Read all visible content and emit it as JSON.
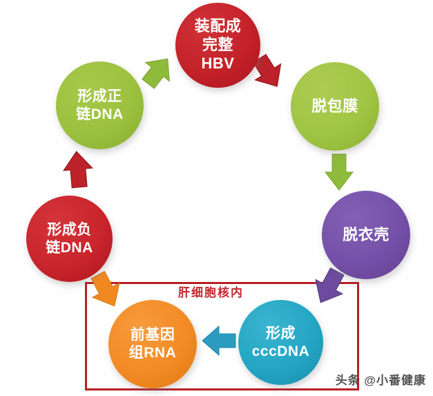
{
  "diagram": {
    "title_hidden": "",
    "nucleus": {
      "label": "肝细胞核内",
      "border_color": "#b81f24",
      "label_color": "#c0272d"
    },
    "nodes": [
      {
        "id": "assemble-hbv",
        "lines": [
          "装配成",
          "完整",
          "HBV"
        ],
        "text": "装配成完整HBV",
        "color": "#c42129",
        "color_name": "red"
      },
      {
        "id": "plus-strand-dna",
        "lines": [
          "形成正",
          "链DNA"
        ],
        "text": "形成正链DNA",
        "color": "#9cc13f",
        "color_name": "green"
      },
      {
        "id": "de-envelope",
        "lines": [
          "脱包膜"
        ],
        "text": "脱包膜",
        "color": "#a0c543",
        "color_name": "green"
      },
      {
        "id": "uncoating",
        "lines": [
          "脱衣壳"
        ],
        "text": "脱衣壳",
        "color": "#7550a8",
        "color_name": "purple"
      },
      {
        "id": "form-cccdna",
        "lines": [
          "形成",
          "cccDNA"
        ],
        "text": "形成cccDNA",
        "color": "#23a6c4",
        "color_name": "blue"
      },
      {
        "id": "pregenomic-rna",
        "lines": [
          "前基因",
          "组RNA"
        ],
        "text": "前基因组RNA",
        "color": "#f38b24",
        "color_name": "orange"
      },
      {
        "id": "minus-strand-dna",
        "lines": [
          "形成负",
          "链DNA"
        ],
        "text": "形成负链DNA",
        "color": "#c9252c",
        "color_name": "red"
      }
    ],
    "arrows": [
      {
        "id": "arrow-plus-to-hbv",
        "from": "plus-strand-dna",
        "to": "assemble-hbv",
        "color": "#8fbb3c",
        "direction": "up-right"
      },
      {
        "id": "arrow-hbv-to-deenvelope",
        "from": "assemble-hbv",
        "to": "de-envelope",
        "color": "#bb2229",
        "direction": "down-right"
      },
      {
        "id": "arrow-deenvelope-to-uncoating",
        "from": "de-envelope",
        "to": "uncoating",
        "color": "#8fbb3c",
        "direction": "down"
      },
      {
        "id": "arrow-uncoating-to-cccdna",
        "from": "uncoating",
        "to": "form-cccdna",
        "color": "#6d4b9e",
        "direction": "down-left"
      },
      {
        "id": "arrow-cccdna-to-rna",
        "from": "form-cccdna",
        "to": "pregenomic-rna",
        "color": "#2b9cc0",
        "direction": "left"
      },
      {
        "id": "arrow-rna-to-minus",
        "from": "pregenomic-rna",
        "to": "minus-strand-dna",
        "color": "#f08a20",
        "direction": "up-left"
      },
      {
        "id": "arrow-minus-to-plus",
        "from": "minus-strand-dna",
        "to": "plus-strand-dna",
        "color": "#bb2229",
        "direction": "up"
      }
    ]
  },
  "watermark": {
    "text": "头条 @小番健康"
  }
}
